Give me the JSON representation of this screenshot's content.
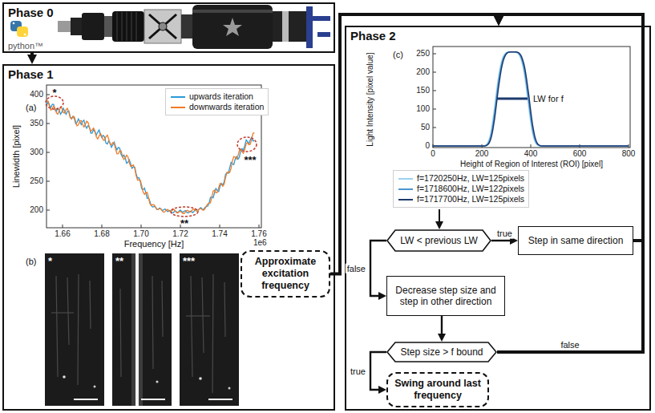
{
  "diagram": {
    "nodes": [
      {
        "text": [
          "Phase 0"
        ]
      },
      {
        "text": [
          "Phase 1"
        ]
      },
      {
        "text": [
          "Approximate excitation frequency"
        ],
        "in": 1
      },
      {
        "text": [
          "Phase 2"
        ]
      },
      {
        "text": [
          "LW < previous LW"
        ],
        "in": 3
      },
      {
        "text": [
          "Step in same direction"
        ],
        "in": 3
      },
      {
        "text": [
          "Decrease step size and step in other direction"
        ],
        "in": 3
      },
      {
        "text": [
          "Step size > f bound"
        ],
        "in": 3
      },
      {
        "text": [
          "Swing around last frequency"
        ],
        "in": 3
      }
    ],
    "edges": [
      {
        "from": 0,
        "to": 1,
        "arrow": "to"
      },
      {
        "from": 2,
        "to": 3,
        "arrow": "to"
      },
      {
        "from": 4,
        "to": 5,
        "label": "true",
        "arrow": "to"
      },
      {
        "from": 4,
        "to": 6,
        "label": "false",
        "arrow": "to"
      },
      {
        "from": 5,
        "to": 3,
        "arrow": "to"
      },
      {
        "from": 6,
        "to": 7,
        "arrow": "to"
      },
      {
        "from": 7,
        "to": 8,
        "label": "true",
        "arrow": "to"
      },
      {
        "from": 7,
        "to": 3,
        "label": "false",
        "arrow": "to"
      }
    ],
    "labels": [
      "python™",
      "(a)",
      "Linewidth [pixel]",
      "Frequency [Hz]",
      "400",
      "350",
      "300",
      "250",
      "200",
      "1.66",
      "1.68",
      "1.70",
      "1.72",
      "1.74",
      "1.76",
      "1e6",
      "*",
      "**",
      "***",
      "(b)",
      "*",
      "**",
      "***",
      "(c)",
      "Light Intensity [pixel value]",
      "Height of Region of Interest (ROI) [pixel]",
      "0",
      "50",
      "100",
      "150",
      "200",
      "250",
      "0",
      "200",
      "400",
      "600",
      "800",
      "LW for f"
    ],
    "legend": [
      {
        "text": "upwards iteration"
      },
      {
        "text": "downwards iteration"
      },
      {
        "text": "f=1720250Hz, LW=125pixels"
      },
      {
        "text": "f=1718600Hz, LW=122pixels"
      },
      {
        "text": "f=1717700Hz, LW=125pixels"
      }
    ]
  }
}
